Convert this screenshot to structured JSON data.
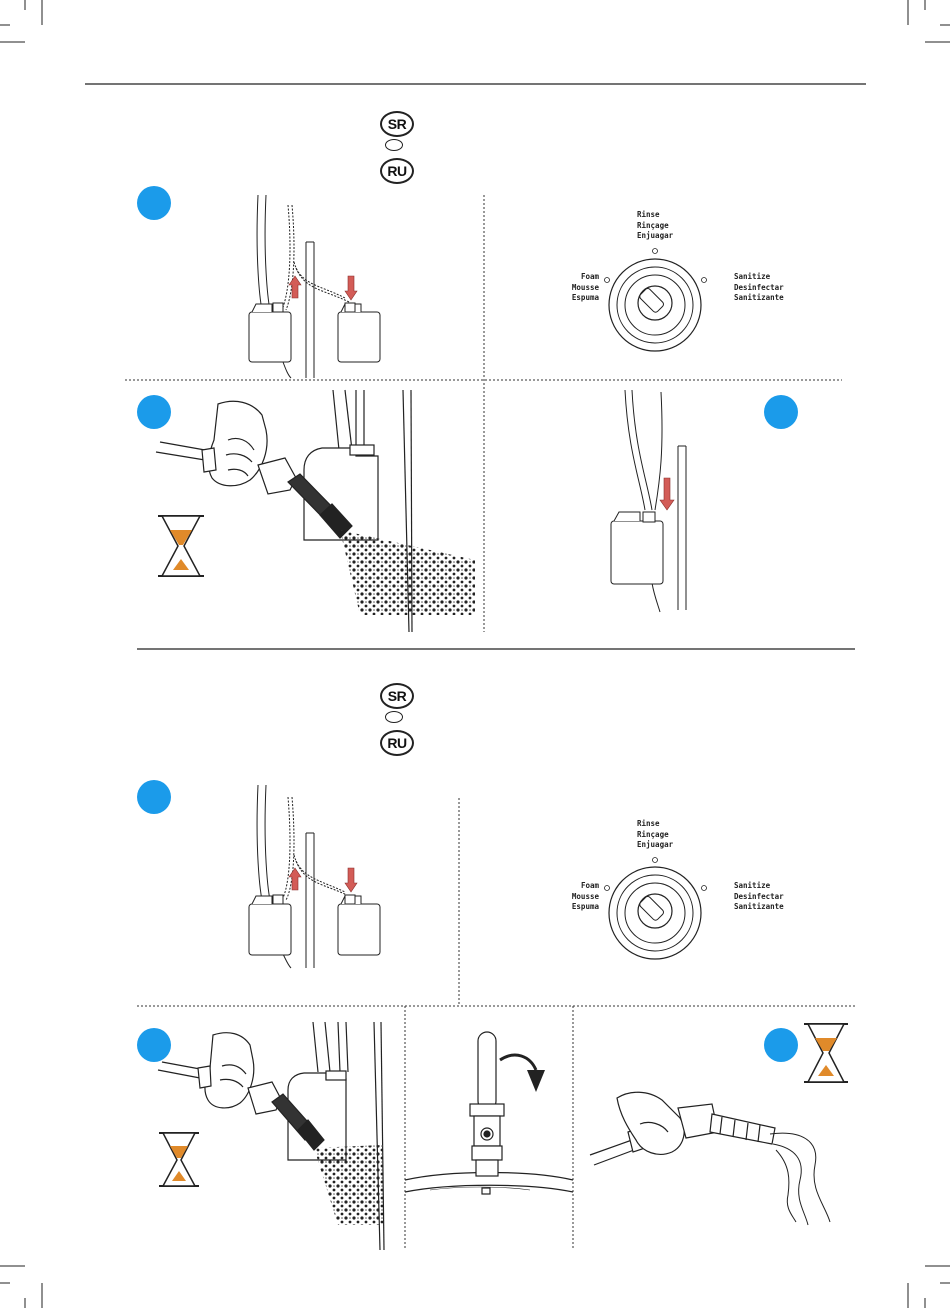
{
  "colors": {
    "step_badge": "#1b9bea",
    "arrow": "#c9514d",
    "sand": "#e08a2a",
    "line": "#222222"
  },
  "language_codes": {
    "top": [
      "SR",
      "",
      "RU"
    ],
    "bottom": [
      "SR",
      "",
      "RU"
    ]
  },
  "dial": {
    "top_label": "Rinse\nRinçage\nEnjuagar",
    "left_label": "Foam\nMousse\nEspuma",
    "right_label": "Sanitize\nDesinfectar\nSanitizante"
  },
  "icons": [
    "hourglass-icon",
    "step-badge-icon",
    "language-badge-icon",
    "jerry-can-icon",
    "spray-gun-icon",
    "valve-icon",
    "selector-dial-icon"
  ]
}
